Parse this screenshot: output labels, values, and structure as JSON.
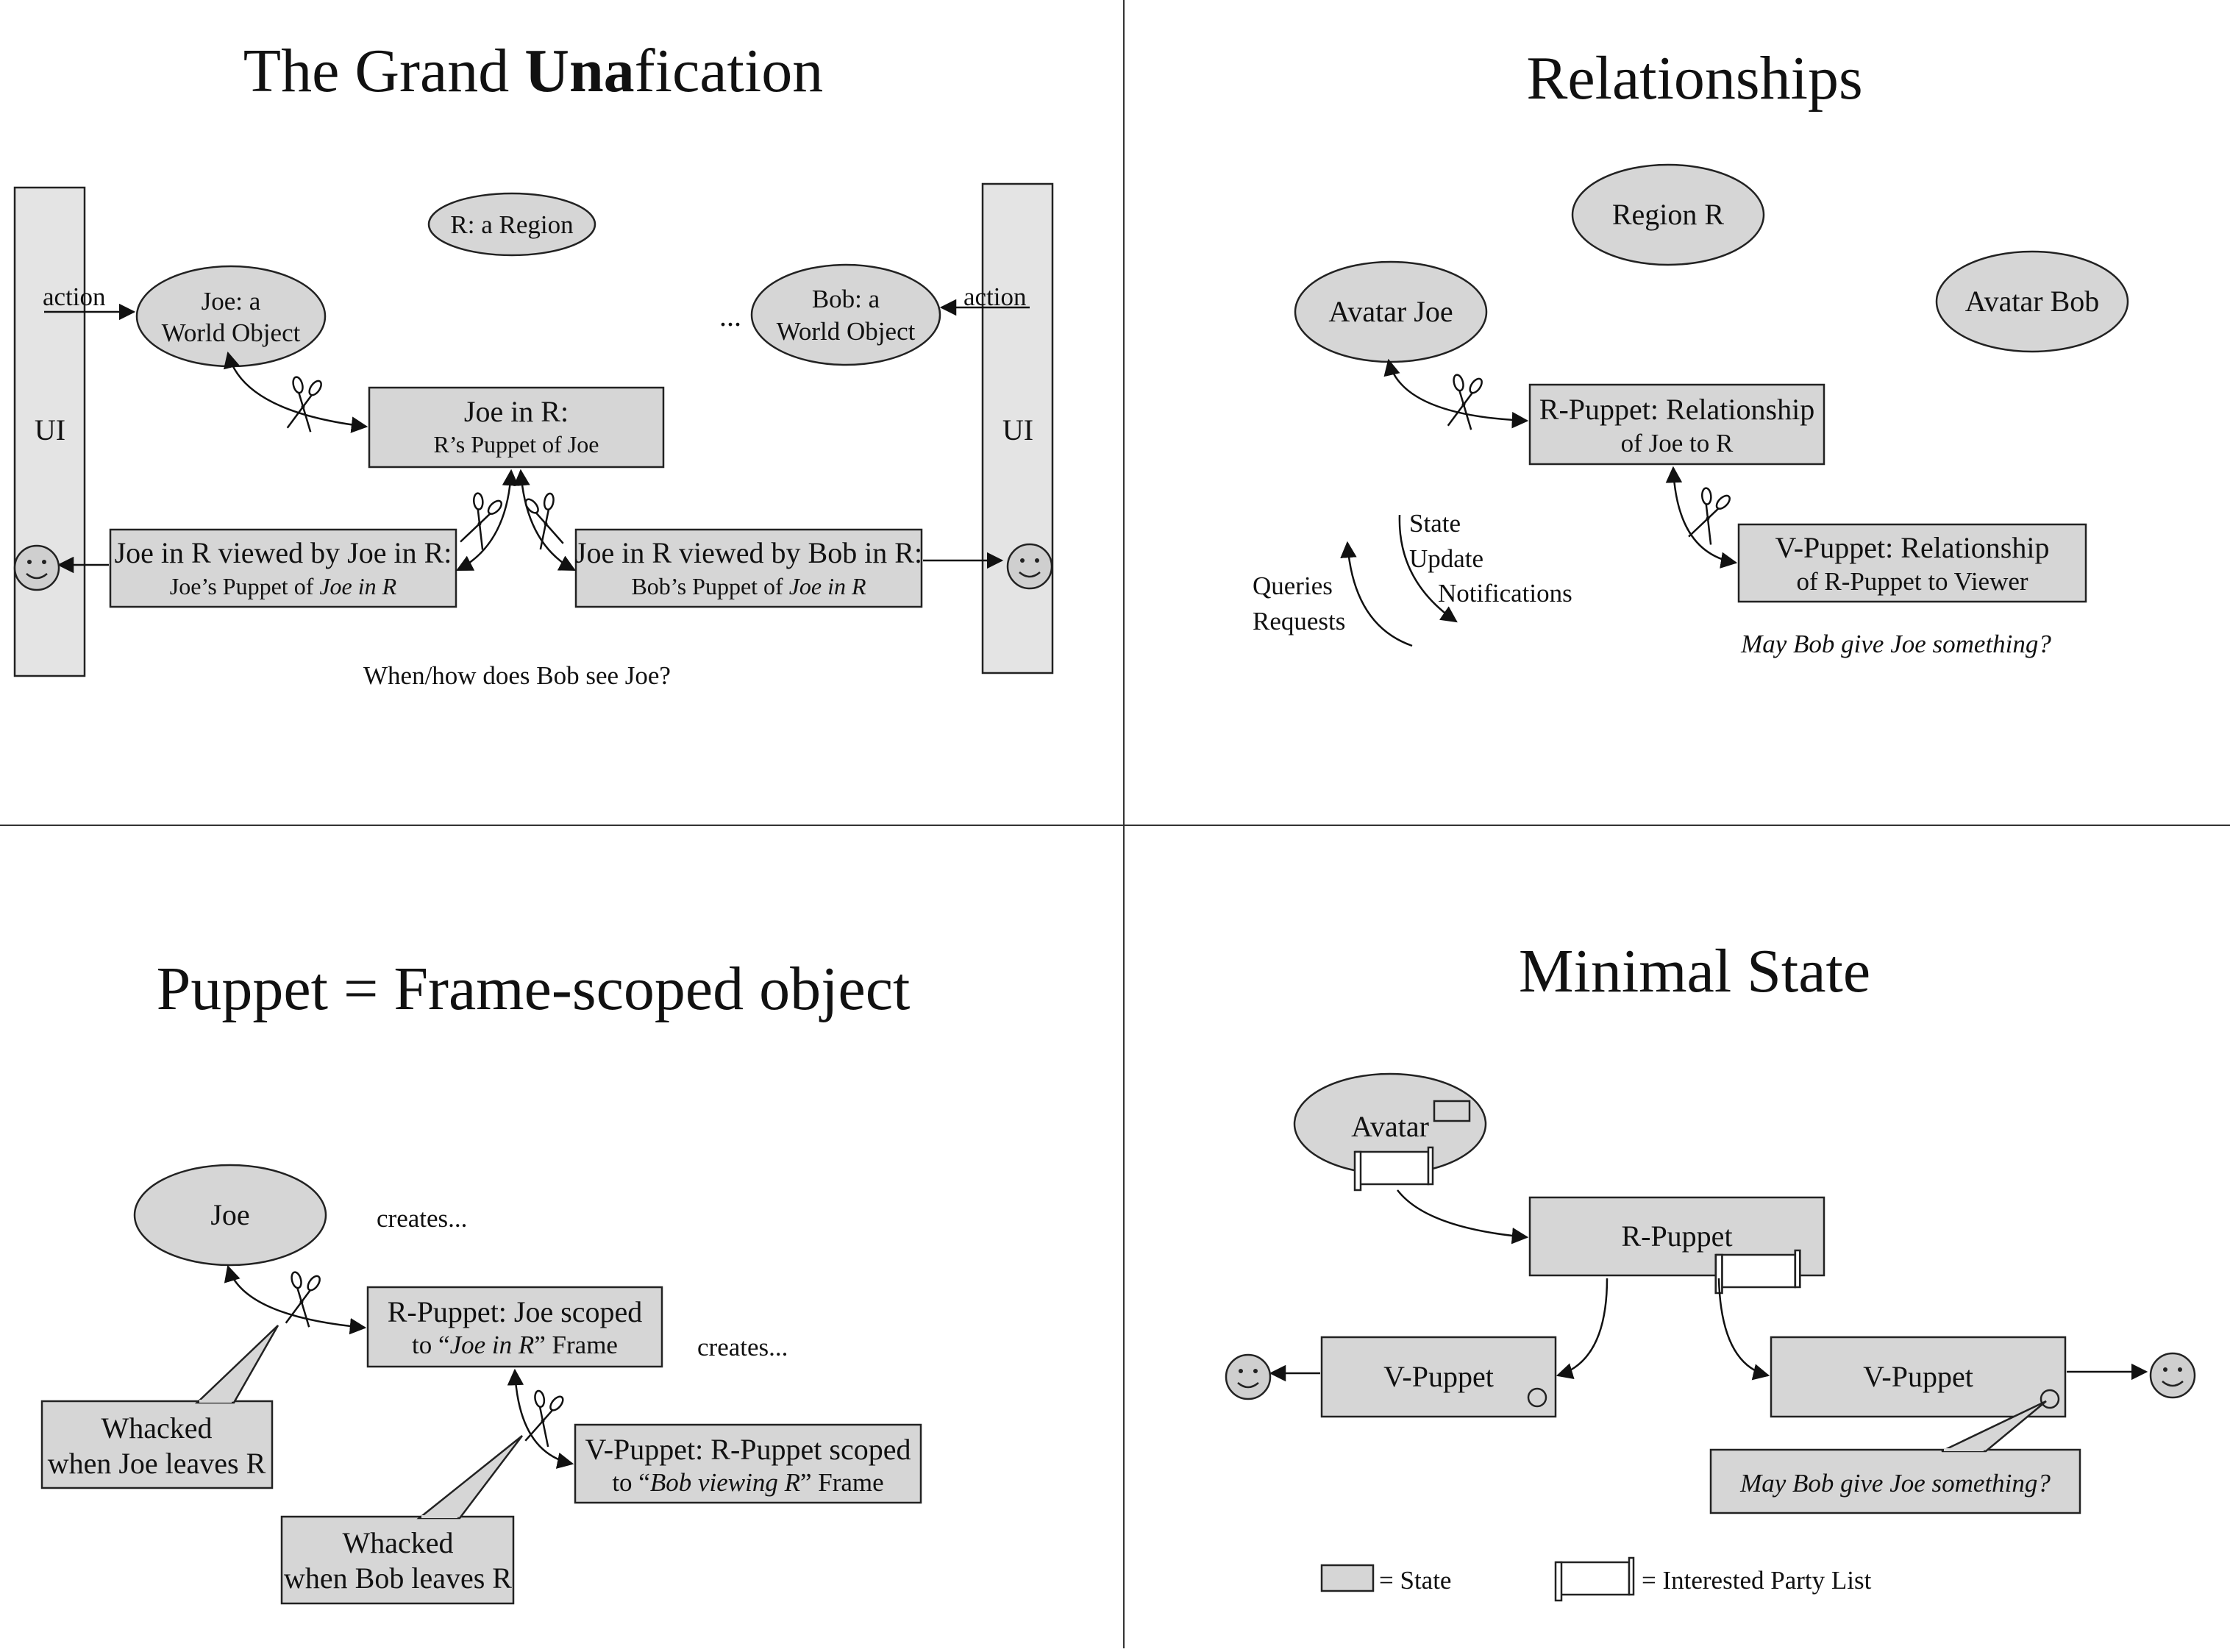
{
  "panel1": {
    "title_pre": "The Grand ",
    "title_bold": "Una",
    "title_post": "fication",
    "region": "R: a Region",
    "joe_l1": "Joe: a",
    "joe_l2": "World Object",
    "bob_l1": "Bob: a",
    "bob_l2": "World Object",
    "ellipsis": "...",
    "action_left": "action",
    "action_right": "action",
    "ui_left": "UI",
    "ui_right": "UI",
    "joe_in_r_l1": "Joe in R:",
    "joe_in_r_l2": "R’s Puppet of Joe",
    "vj_l1": "Joe in R viewed by Joe in R:",
    "vj_l2_pre": "Joe’s Puppet of ",
    "vj_l2_ital": "Joe in R",
    "vb_l1": "Joe in R viewed by Bob in R:",
    "vb_l2_pre": "Bob’s Puppet of ",
    "vb_l2_ital": "Joe in R",
    "question": "When/how does Bob see Joe?"
  },
  "panel2": {
    "title": "Relationships",
    "region": "Region R",
    "avatar_joe": "Avatar Joe",
    "avatar_bob": "Avatar Bob",
    "rp_l1": "R-Puppet: Relationship",
    "rp_l2": "of Joe to R",
    "vp_l1": "V-Puppet: Relationship",
    "vp_l2": "of R-Puppet to Viewer",
    "state": "State",
    "update": "Update",
    "notifications": "Notifications",
    "queries": "Queries",
    "requests": "Requests",
    "question": "May Bob give Joe something?"
  },
  "panel3": {
    "title": "Puppet = Frame-scoped object",
    "joe": "Joe",
    "creates1": "creates...",
    "creates2": "creates...",
    "rp_l1": "R-Puppet: Joe scoped",
    "rp_l2_pre": "to “",
    "rp_l2_ital": "Joe in R",
    "rp_l2_post": "” Frame",
    "vp_l1": "V-Puppet: R-Puppet scoped",
    "vp_l2_pre": "to “",
    "vp_l2_ital": "Bob viewing R",
    "vp_l2_post": "” Frame",
    "whack1_l1": "Whacked",
    "whack1_l2": "when Joe leaves R",
    "whack2_l1": "Whacked",
    "whack2_l2": "when Bob leaves R"
  },
  "panel4": {
    "title": "Minimal State",
    "avatar": "Avatar",
    "rpuppet": "R-Puppet",
    "vpuppet_left": "V-Puppet",
    "vpuppet_right": "V-Puppet",
    "question": "May Bob give Joe something?",
    "legend_state": "= State",
    "legend_ipl": "= Interested Party List"
  }
}
